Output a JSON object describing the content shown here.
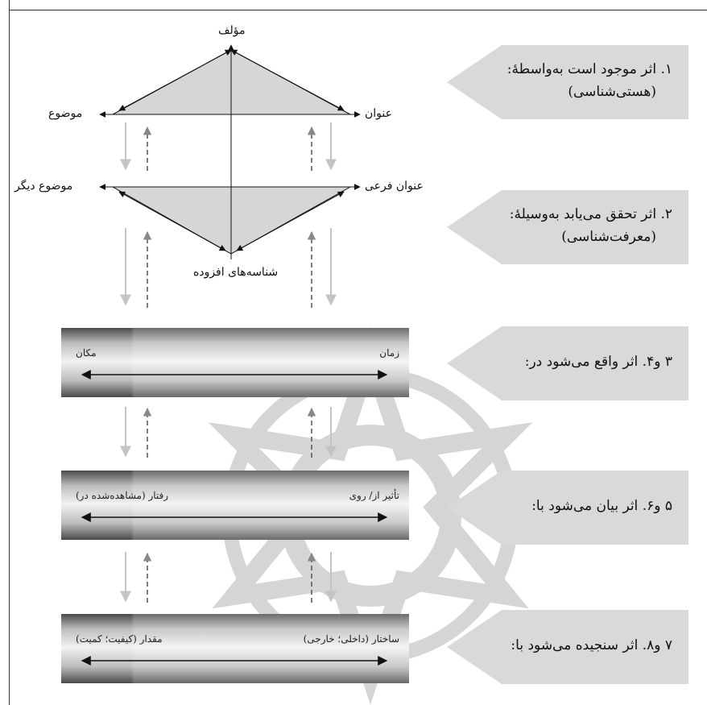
{
  "diagram": {
    "top_nodes": {
      "author": "مؤلف",
      "subject": "موضوع",
      "title": "عنوان",
      "other_subject": "موضوع دیگر",
      "subtitle": "عنوان فرعی",
      "added_identifiers": "شناسه‌های افزوده"
    },
    "bands": [
      {
        "right": "زمان",
        "left": "مکان"
      },
      {
        "right": "تأثیر از/ روی",
        "left": "رفتار (مشاهده‌شده در)"
      },
      {
        "right": "ساختار (داخلی؛ خارجی)",
        "left": "مقدار (کیفیت؛ کمیت)"
      }
    ],
    "steps": [
      {
        "line1": "۱. اثر موجود است به‌واسطهٔ:",
        "line2": "(هستی‌شناسی)"
      },
      {
        "line1": "۲. اثر تحقق می‌یابد به‌وسیلهٔ:",
        "line2": "(معرفت‌شناسی)"
      },
      {
        "line1": "۳ و۴. اثر واقع می‌شود در:",
        "line2": ""
      },
      {
        "line1": "۵ و۶. اثر بیان می‌شود با:",
        "line2": ""
      },
      {
        "line1": "۷ و۸. اثر سنجیده می‌شود با:",
        "line2": ""
      }
    ]
  },
  "colors": {
    "fill_gray": "#d6d6d6",
    "pentagon_gray": "#d9d9d9",
    "arrow_light": "#c4c4c4",
    "arrow_dark": "#333333",
    "watermark": "#8a8a8a"
  }
}
